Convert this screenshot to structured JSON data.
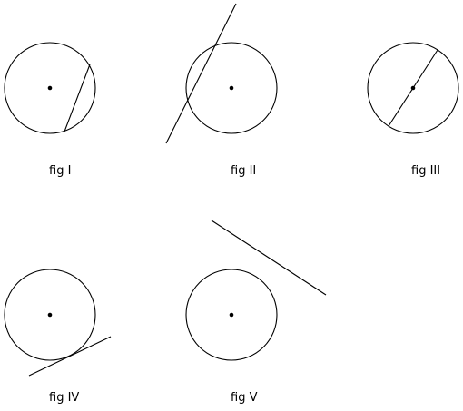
{
  "figures": [
    {
      "label": "fig I"
    },
    {
      "label": "fig II"
    },
    {
      "label": "fig III"
    },
    {
      "label": "fig IV"
    },
    {
      "label": "fig V"
    }
  ]
}
